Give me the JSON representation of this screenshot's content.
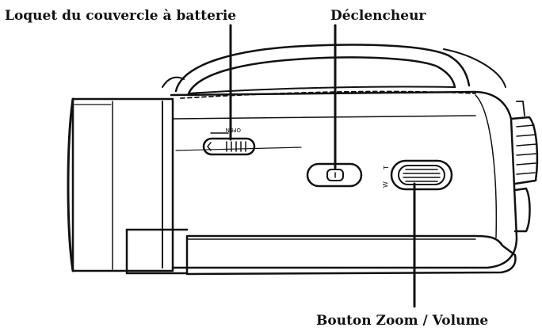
{
  "labels": {
    "battery_latch": "Loquet du couvercle à batterie",
    "shutter": "Déclencheur",
    "zoom_volume": "Bouton Zoom / Volume"
  },
  "markings": {
    "open": "OPEN",
    "tele": "T",
    "wide": "W"
  },
  "colors": {
    "ink": "#111111",
    "background": "#ffffff"
  }
}
